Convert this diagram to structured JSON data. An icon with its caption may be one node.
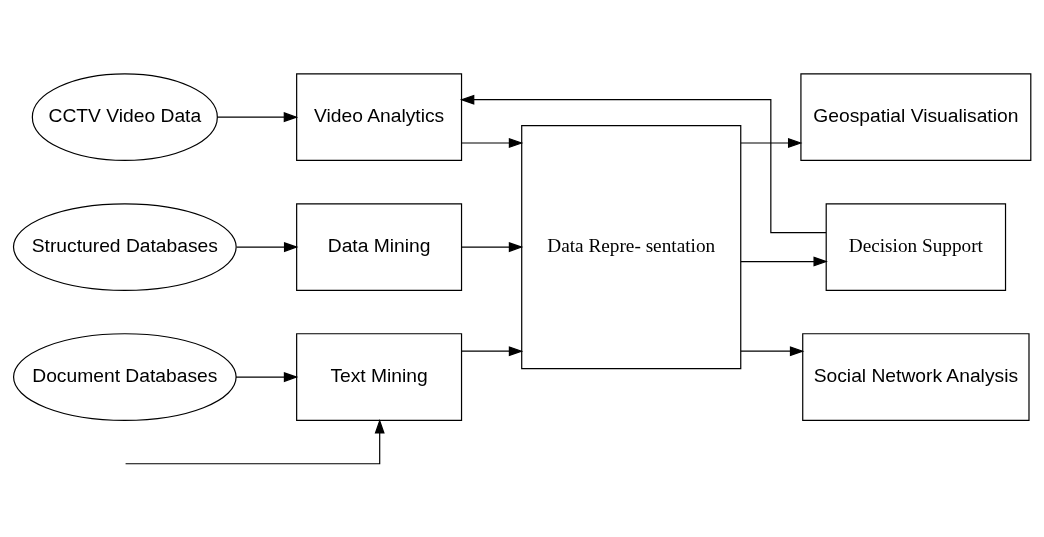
{
  "diagram": {
    "nodes": [
      {
        "text": [
          "CCTV Video Data"
        ]
      },
      {
        "text": [
          "Structured Databases"
        ]
      },
      {
        "text": [
          "Document Databases"
        ]
      },
      {
        "text": [
          "Video Analytics"
        ]
      },
      {
        "text": [
          "Data Mining"
        ]
      },
      {
        "text": [
          "Text Mining"
        ]
      },
      {
        "text": [
          "Data Repre- sentation"
        ]
      },
      {
        "text": [
          "Geospatial Visualisation"
        ]
      },
      {
        "text": [
          "Decision Support"
        ]
      },
      {
        "text": [
          "Social Network Analysis"
        ]
      }
    ],
    "edges": [
      {
        "from": 0,
        "to": 3,
        "arrow": "to"
      },
      {
        "from": 1,
        "to": 4,
        "arrow": "to"
      },
      {
        "from": 2,
        "to": 5,
        "arrow": "to"
      },
      {
        "from": 3,
        "to": 6,
        "arrow": "to"
      },
      {
        "from": 4,
        "to": 6,
        "arrow": "to"
      },
      {
        "from": 5,
        "to": 6,
        "arrow": "to"
      },
      {
        "from": 6,
        "to": 7,
        "arrow": "to"
      },
      {
        "from": 6,
        "to": 8,
        "arrow": "to"
      },
      {
        "from": 6,
        "to": 9,
        "arrow": "to"
      },
      {
        "from": 8,
        "to": 3,
        "arrow": "to"
      },
      {
        "from": null,
        "to": 5,
        "arrow": "to"
      }
    ]
  }
}
